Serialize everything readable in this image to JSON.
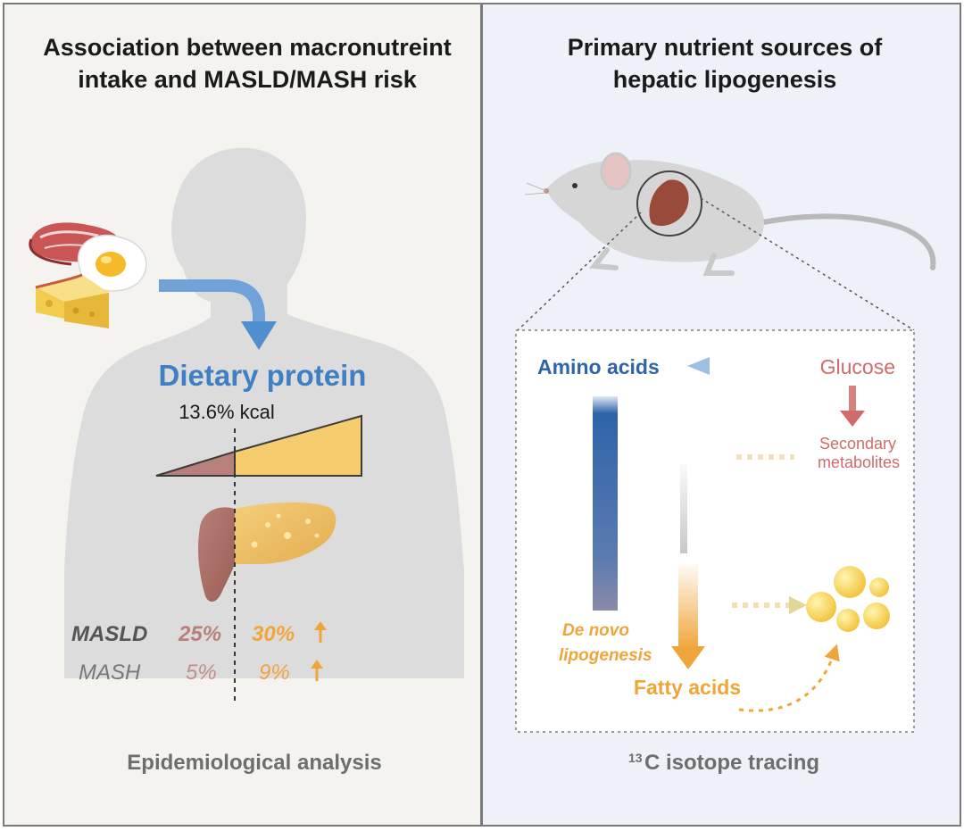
{
  "left_panel": {
    "title_line1": "Association between macronutreint",
    "title_line2": "intake and MASLD/MASH risk",
    "dietary_protein_label": "Dietary protein",
    "kcal_label": "13.6% kcal",
    "rows": [
      {
        "label": "MASLD",
        "low": "25%",
        "high": "30%"
      },
      {
        "label": "MASH",
        "low": "5%",
        "high": "9%"
      }
    ],
    "footer": "Epidemiological analysis"
  },
  "right_panel": {
    "title_line1": "Primary nutrient sources of",
    "title_line2": "hepatic lipogenesis",
    "amino_acids": "Amino acids",
    "glucose": "Glucose",
    "secondary_line1": "Secondary",
    "secondary_line2": "metabolites",
    "de_novo_line1": "De novo",
    "de_novo_line2": "lipogenesis",
    "fatty_acids": "Fatty acids",
    "footer_sup": "13",
    "footer_text": "C isotope tracing"
  },
  "colors": {
    "left_bg": "#f4f3ef",
    "right_bg": "#eef1f7",
    "protein_blue": "#3f7fc4",
    "amino_blue": "#2e64a8",
    "glucose_red": "#cf6b6b",
    "orange": "#f0a53a",
    "low_brown": "#b7807a",
    "silhouette": "#dcdcdc"
  },
  "icons": [
    "steak-icon",
    "egg-icon",
    "cheese-icon",
    "human-silhouette-icon",
    "liver-icon",
    "mouse-icon",
    "fat-droplets-icon",
    "up-arrow-icon"
  ]
}
